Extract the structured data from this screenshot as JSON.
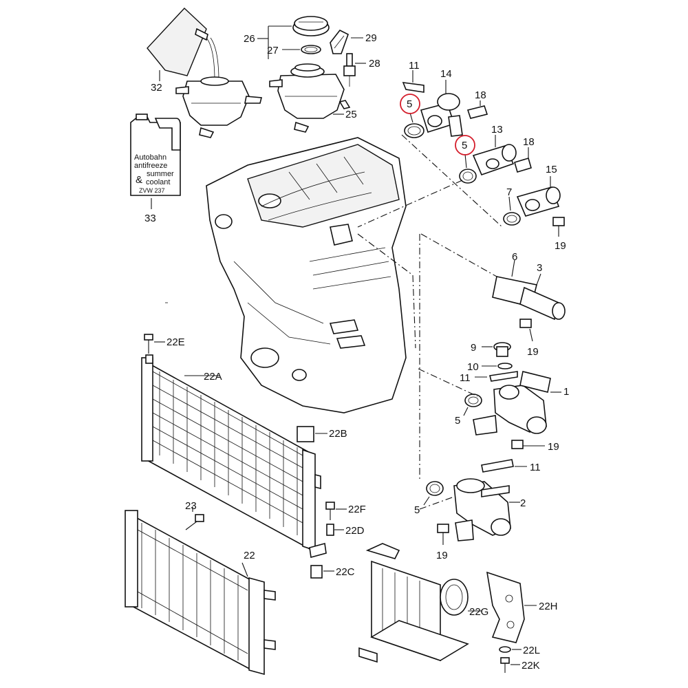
{
  "labels": {
    "l1": "1",
    "l2": "2",
    "l3": "3",
    "l5a": "5",
    "l5b": "5",
    "l5c": "5",
    "l5d": "5",
    "l6": "6",
    "l7": "7",
    "l9": "9",
    "l10": "10",
    "l11a": "11",
    "l11b": "11",
    "l11c": "11",
    "l13": "13",
    "l14": "14",
    "l15": "15",
    "l18a": "18",
    "l18b": "18",
    "l19a": "19",
    "l19b": "19",
    "l19c": "19",
    "l19d": "19",
    "l22": "22",
    "l22A": "22A",
    "l22B": "22B",
    "l22C": "22C",
    "l22D": "22D",
    "l22E": "22E",
    "l22F": "22F",
    "l22G": "22G",
    "l22H": "22H",
    "l22K": "22K",
    "l22L": "22L",
    "l23": "23",
    "l25": "25",
    "l26": "26",
    "l27": "27",
    "l28": "28",
    "l29": "29",
    "l32": "32",
    "l33": "33"
  },
  "coolant_can": {
    "line1": "Autobahn",
    "line2": "antifreeze",
    "line3": "summer",
    "ampersand": "&",
    "line4": "coolant",
    "code": "ZVW 237"
  },
  "colors": {
    "line": "#111111",
    "highlight": "#d41c2a"
  }
}
